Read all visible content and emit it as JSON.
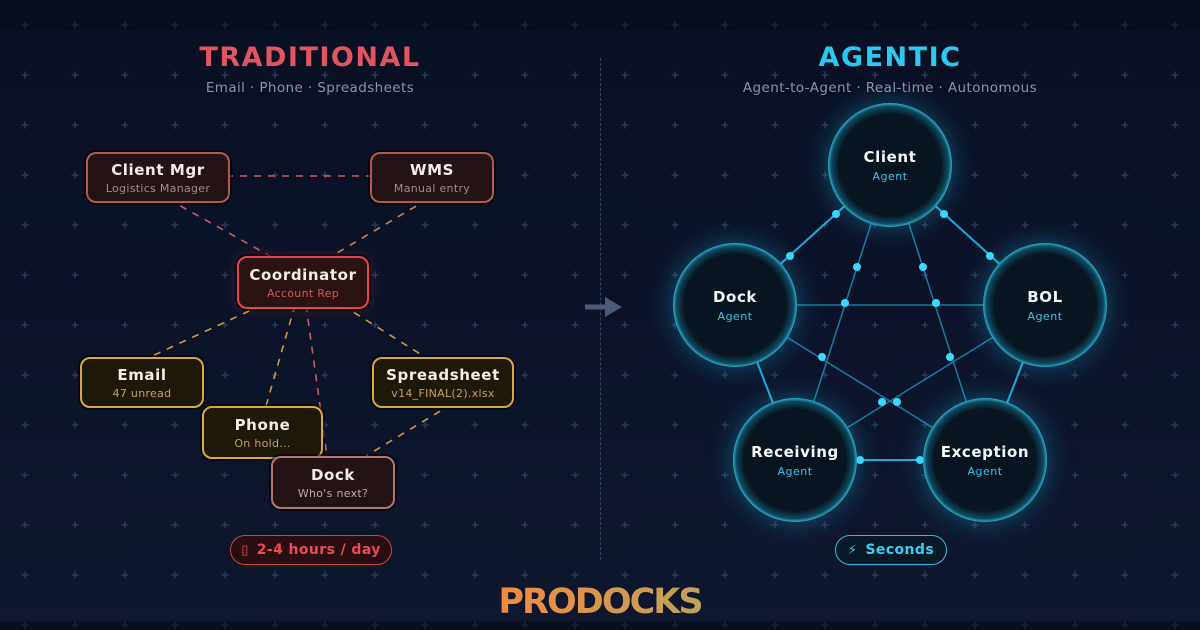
{
  "traditional": {
    "title": "TRADITIONAL",
    "subtitle": "Email · Phone · Spreadsheets",
    "boxes": [
      {
        "title": "Client Mgr",
        "subtitle": "Logistics Manager"
      },
      {
        "title": "WMS",
        "subtitle": "Manual entry"
      },
      {
        "title": "Coordinator",
        "subtitle": "Account Rep"
      },
      {
        "title": "Email",
        "subtitle": "47 unread"
      },
      {
        "title": "Phone",
        "subtitle": "On hold..."
      },
      {
        "title": "Spreadsheet",
        "subtitle": "v14_FINAL(2).xlsx"
      },
      {
        "title": "Dock",
        "subtitle": "Who's next?"
      }
    ],
    "badge": {
      "icon": "hourglass-missing-glyph-icon",
      "icon_char": "▯",
      "label": "2-4 hours / day"
    }
  },
  "agentic": {
    "title": "AGENTIC",
    "subtitle": "Agent-to-Agent · Real-time · Autonomous",
    "nodes": [
      {
        "title": "Client",
        "subtitle": "Agent"
      },
      {
        "title": "Dock",
        "subtitle": "Agent"
      },
      {
        "title": "BOL",
        "subtitle": "Agent"
      },
      {
        "title": "Receiving",
        "subtitle": "Agent"
      },
      {
        "title": "Exception",
        "subtitle": "Agent"
      }
    ],
    "badge": {
      "icon": "lightning-icon",
      "icon_char": "⚡",
      "label": "Seconds"
    }
  },
  "logo": "PRODOCKS",
  "colors": {
    "background": "#0b1228",
    "traditional_accent": "#e25560",
    "agentic_accent": "#29c9f2",
    "subtitle_gray": "#8b93a7",
    "salmon_border": "#b35a54",
    "red_border": "#e4454d",
    "amber_border": "#daa843",
    "pink_border": "#b27672",
    "network_line": "#1ab1e4",
    "packet_dot": "#3bd9ff",
    "badge_red": "#ef4b50",
    "badge_cyan": "#3ad1f5",
    "logo_gradient": [
      "#ff3d7f",
      "#f4604f",
      "#f08a42",
      "#b3a75f",
      "#2fc9f5"
    ]
  }
}
